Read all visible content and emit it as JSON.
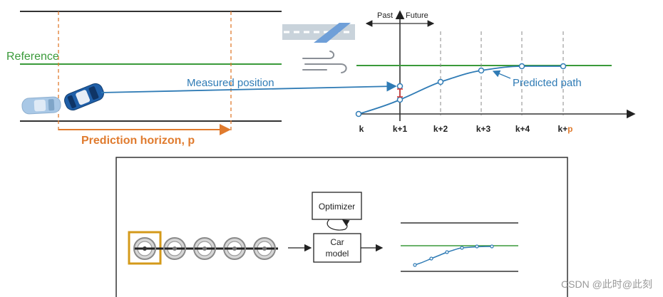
{
  "top": {
    "reference_label": "Reference",
    "prediction_horizon_label": "Prediction horizon, p",
    "measured_position_label": "Measured position"
  },
  "plot": {
    "past_label": "Past",
    "future_label": "Future",
    "predicted_path_label": "Predicted path",
    "ticks": [
      {
        "base": "k",
        "suffix": ""
      },
      {
        "base": "k+1",
        "suffix": ""
      },
      {
        "base": "k+2",
        "suffix": ""
      },
      {
        "base": "k+3",
        "suffix": ""
      },
      {
        "base": "k+4",
        "suffix": ""
      },
      {
        "base": "k+",
        "suffix": "p"
      }
    ]
  },
  "block": {
    "optimizer_label": "Optimizer",
    "car_model_label_line1": "Car",
    "car_model_label_line2": "model",
    "steering_wheel_count": 5
  },
  "watermark": "CSDN @此时@此刻",
  "colors": {
    "orange": "#e07b2e",
    "green": "#3a9a3a",
    "blue": "#2f7bb5",
    "gold": "#d49a1a",
    "red": "#d23a3a",
    "dark": "#222222"
  }
}
